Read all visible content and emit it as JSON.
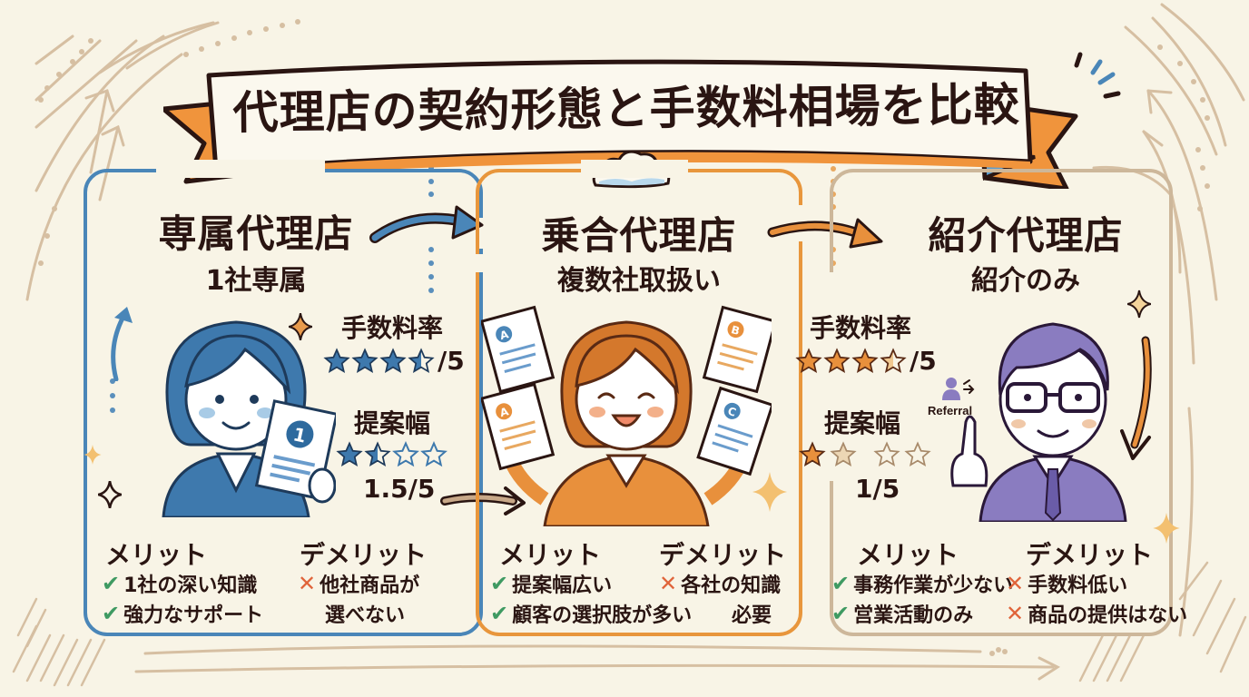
{
  "title": "代理店の契約形態と手数料相場を比較",
  "colors": {
    "background": "#f8f4e6",
    "text": "#2a1512",
    "exclusive": "#4a86b8",
    "multi": "#e8963c",
    "referral": "#cdb79a",
    "referral_figure": "#8a7cc0",
    "merit_check": "#3f9a62",
    "demerit_cross": "#e0643a"
  },
  "panels": [
    {
      "name": "専属代理店",
      "subtitle": "1社専属",
      "commission_label": "手数料率",
      "commission_rating": 3.5,
      "commission_score": "/5",
      "proposal_label": "提案幅",
      "proposal_rating": 1.5,
      "proposal_score": "1.5/5",
      "merit_header": "メリット",
      "demerit_header": "デメリット",
      "merits": [
        "1社の深い知識",
        "強力なサポート"
      ],
      "demerits": [
        "他社商品が",
        "選べない"
      ],
      "figure_badge": "1"
    },
    {
      "name": "乗合代理店",
      "subtitle": "複数社取扱い",
      "merit_header": "メリット",
      "demerit_header": "デメリット",
      "merits": [
        "提案幅広い",
        "顧客の選択肢が多い"
      ],
      "demerits": [
        "各社の知識",
        "必要"
      ],
      "document_labels": [
        "A",
        "B",
        "A",
        "C"
      ]
    },
    {
      "name": "紹介代理店",
      "subtitle": "紹介のみ",
      "commission_label": "手数料率",
      "commission_rating": 3.5,
      "commission_score": "/5",
      "proposal_label": "提案幅",
      "proposal_rating": 1,
      "proposal_score": "1/5",
      "merit_header": "メリット",
      "demerit_header": "デメリット",
      "merits": [
        "事務作業が少ない",
        "営業活動のみ"
      ],
      "demerits": [
        "手数料低い",
        "商品の提供はない"
      ],
      "referral_label": "Referral"
    }
  ],
  "icons": {
    "check": "✔",
    "cross": "✕"
  }
}
